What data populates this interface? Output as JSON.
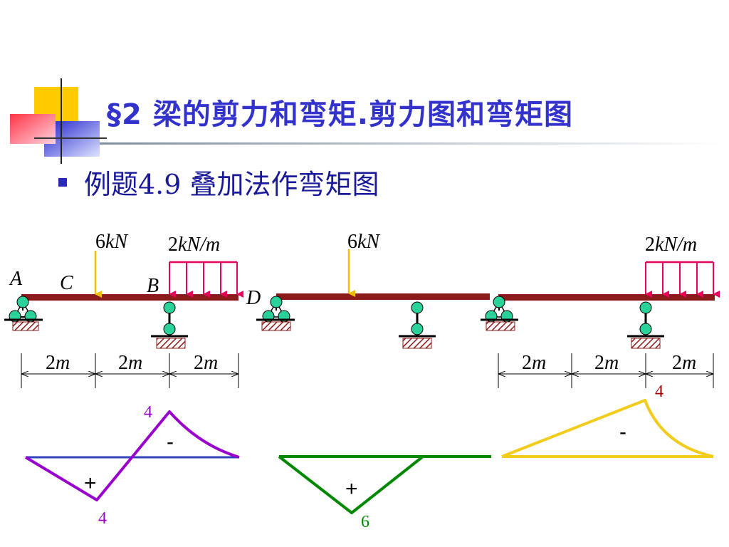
{
  "slide": {
    "title": "§2  梁的剪力和弯矩.剪力图和弯矩图",
    "subtitle": "例题4.9 叠加法作弯矩图"
  },
  "beam_main": {
    "point_A": "A",
    "point_C": "C",
    "point_B": "B",
    "point_D": "D",
    "load_force": {
      "num": "6",
      "unit": "kN"
    },
    "load_distributed": {
      "num": "2",
      "unit": "kN/m"
    },
    "dims": [
      {
        "num": "2",
        "unit": "m"
      },
      {
        "num": "2",
        "unit": "m"
      },
      {
        "num": "2",
        "unit": "m"
      }
    ]
  },
  "beam_force_only": {
    "load_force": {
      "num": "6",
      "unit": "kN"
    }
  },
  "beam_load_only": {
    "load_distributed": {
      "num": "2",
      "unit": "kN/m"
    },
    "dims": [
      {
        "num": "2",
        "unit": "m"
      },
      {
        "num": "2",
        "unit": "m"
      },
      {
        "num": "2",
        "unit": "m"
      }
    ],
    "moment_value": "4"
  },
  "moment_diagrams": {
    "combined": {
      "positive_sign": "+",
      "negative_sign": "-",
      "min_value": "4",
      "max_value": "4",
      "color": "#9900cc"
    },
    "force_only": {
      "positive_sign": "+",
      "peak_value": "6",
      "color": "#008800"
    },
    "load_only": {
      "negative_sign": "-",
      "color": "#f2cc1a"
    }
  },
  "colors": {
    "title": "#3333cc",
    "beam": "#8b1a1a",
    "support_node": "#2ad19a",
    "point_load": "#f0c000",
    "distributed_load": "#e8005a",
    "axis_line": "#3344bb"
  }
}
